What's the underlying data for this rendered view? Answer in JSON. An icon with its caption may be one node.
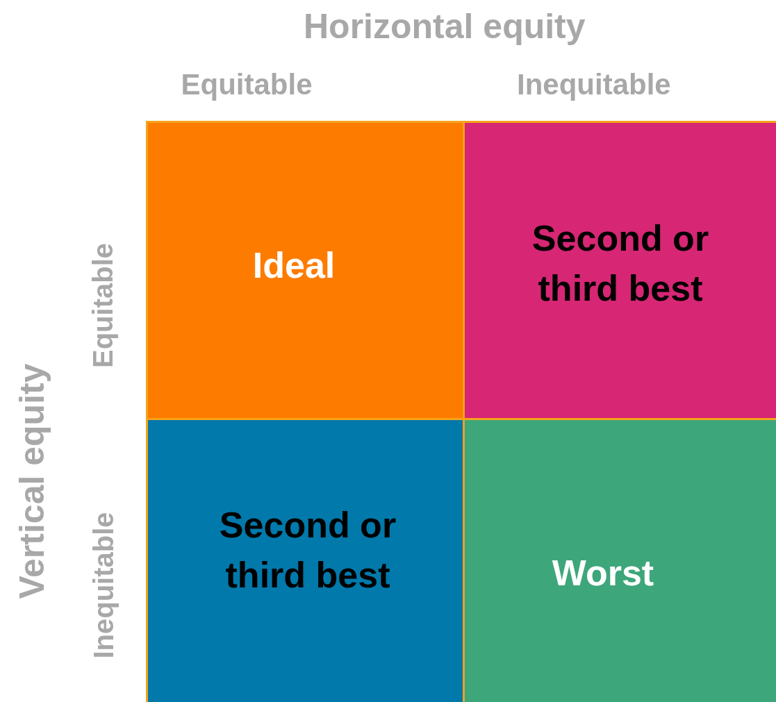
{
  "diagram": {
    "nodes": [
      {
        "text": [
          "Ideal"
        ]
      },
      {
        "text": [
          "Second or third best"
        ]
      },
      {
        "text": [
          "Second or third best"
        ]
      },
      {
        "text": [
          "Worst"
        ]
      }
    ],
    "labels": [
      "Horizontal equity",
      "Equitable",
      "Inequitable",
      "Vertical equity",
      "Equitable",
      "Inequitable"
    ]
  }
}
